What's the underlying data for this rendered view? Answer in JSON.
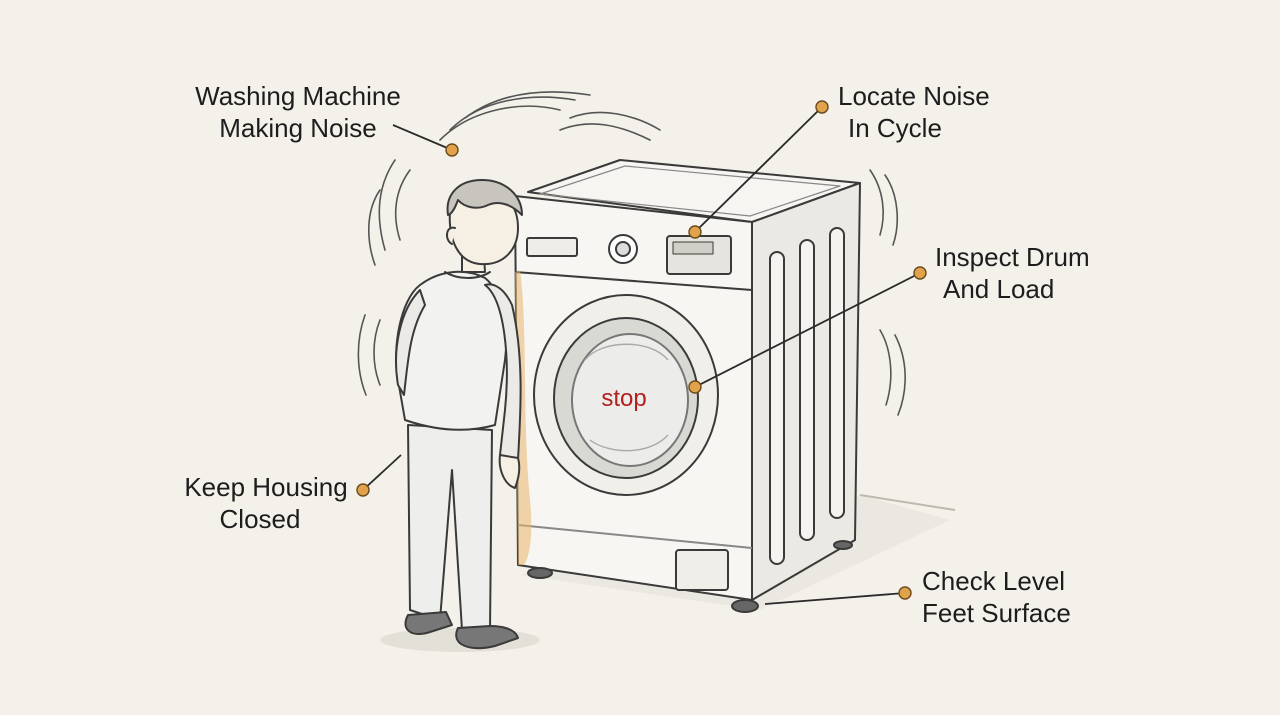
{
  "callouts": {
    "noise": {
      "line1": "Washing Machine",
      "line2": "Making Noise"
    },
    "cycle": {
      "line1": "Locate Noise",
      "line2": "In Cycle"
    },
    "drum": {
      "line1": "Inspect Drum",
      "line2": "And Load"
    },
    "housing": {
      "line1": "Keep Housing",
      "line2": "Closed"
    },
    "level": {
      "line1": "Check Level",
      "line2": "Feet Surface"
    }
  },
  "door_text": "stop",
  "colors": {
    "background": "#f3f1ea",
    "ink": "#3a3a3a",
    "marker": "#e0a24a",
    "door_text": "#b22020",
    "accent_stain": "#e9b46a"
  },
  "icons": {
    "machine": "washing-machine-illustration",
    "person": "person-illustration",
    "sound": "sound-wave-lines"
  }
}
